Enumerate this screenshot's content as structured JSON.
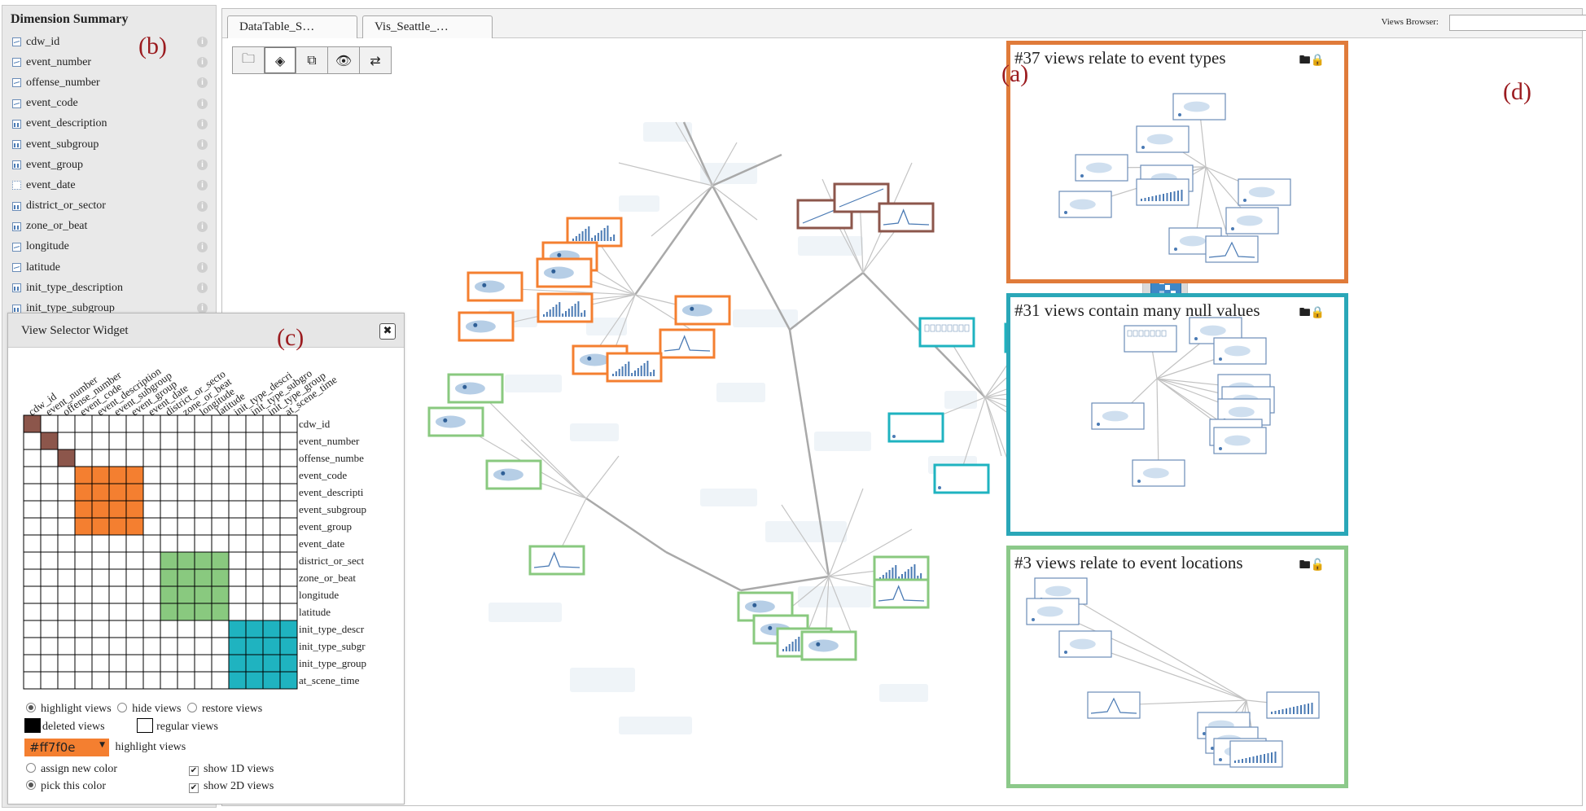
{
  "annotations": {
    "a": "(a)",
    "b": "(b)",
    "c": "(c)",
    "d": "(d)"
  },
  "dimension_summary": {
    "title": "Dimension Summary",
    "items": [
      {
        "label": "cdw_id",
        "icon": "line-chart-icon"
      },
      {
        "label": "event_number",
        "icon": "line-chart-icon"
      },
      {
        "label": "offense_number",
        "icon": "line-chart-icon"
      },
      {
        "label": "event_code",
        "icon": "line-chart-icon"
      },
      {
        "label": "event_description",
        "icon": "bar-chart-icon"
      },
      {
        "label": "event_subgroup",
        "icon": "bar-chart-icon"
      },
      {
        "label": "event_group",
        "icon": "bar-chart-icon"
      },
      {
        "label": "event_date",
        "icon": "date-icon"
      },
      {
        "label": "district_or_sector",
        "icon": "bar-chart-icon"
      },
      {
        "label": "zone_or_beat",
        "icon": "bar-chart-icon"
      },
      {
        "label": "longitude",
        "icon": "line-chart-icon"
      },
      {
        "label": "latitude",
        "icon": "line-chart-icon"
      },
      {
        "label": "init_type_description",
        "icon": "bar-chart-icon"
      },
      {
        "label": "init_type_subgroup",
        "icon": "bar-chart-icon"
      }
    ]
  },
  "tabs": [
    {
      "label": "DataTable_S…"
    },
    {
      "label": "Vis_Seattle_…"
    }
  ],
  "views_browser": {
    "label": "Views Browser:",
    "value": ""
  },
  "toolbar": [
    "folder-add-icon",
    "layers-icon",
    "copy-icon",
    "eye-icon",
    "swap-icon"
  ],
  "viz_palette": [
    "bar-chart-icon",
    "line-chart-icon",
    "table-icon",
    "scatter-icon",
    "map-icon",
    "matrix-icon",
    "parallel-coords-icon"
  ],
  "clusters": [
    {
      "title": "#37 views relate to event types",
      "color": "#e07b3a",
      "locked": true
    },
    {
      "title": "#31 views contain many null values",
      "color": "#2aa7b8",
      "locked": true
    },
    {
      "title": "#3   views relate to event locations",
      "color": "#8cc98a",
      "locked": false
    }
  ],
  "widget": {
    "title": "View Selector Widget",
    "close": "✖",
    "dimensions": [
      "cdw_id",
      "event_number",
      "offense_number",
      "event_code",
      "event_description",
      "event_subgroup",
      "event_group",
      "event_date",
      "district_or_sector",
      "zone_or_beat",
      "longitude",
      "latitude",
      "init_type_description",
      "init_type_subgroup",
      "init_type_group",
      "at_scene_time"
    ],
    "row_labels": [
      "cdw_id",
      "event_number",
      "offense_numbe",
      "event_code",
      "event_descripti",
      "event_subgroup",
      "event_group",
      "event_date",
      "district_or_sect",
      "zone_or_beat",
      "longitude",
      "latitude",
      "init_type_descr",
      "init_type_subgr",
      "init_type_group",
      "at_scene_time"
    ],
    "col_labels": [
      "cdw_id",
      "event_number",
      "offense_number",
      "event_code",
      "event_description",
      "event_subgroup",
      "event_group",
      "event_date",
      "district_or_secto",
      "zone_or_beat",
      "longitude",
      "latitude",
      "init_type_descri",
      "init_type_subgro",
      "init_type_group",
      "at_scene_time"
    ],
    "options": {
      "highlight": "highlight views",
      "hide": "hide views",
      "restore": "restore views",
      "deleted": "deleted views",
      "regular": "regular views",
      "color_value": "#ff7f0e",
      "highlight_label": "highlight views",
      "assign": "assign new color",
      "pick": "pick this color",
      "show1d": "show 1D views",
      "show2d": "show 2D views"
    },
    "colors": {
      "brown": "#8c564b",
      "orange": "#f47f30",
      "green": "#89c97f",
      "teal": "#1fb3c0"
    }
  }
}
